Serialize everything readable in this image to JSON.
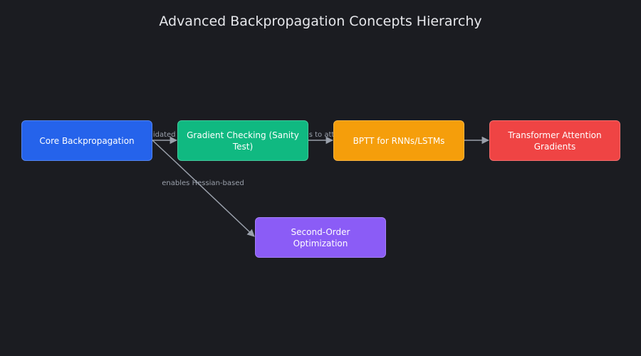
{
  "title": "Advanced Backpropagation Concepts Hierarchy",
  "colors": {
    "background": "#1b1c21",
    "edge": "#9aa0ab",
    "core": "#2563eb",
    "gradient_checking": "#10b981",
    "bptt": "#f59e0b",
    "transformer": "#ef4444",
    "second_order": "#8b5cf6"
  },
  "nodes": {
    "core": "Core Backpropagation",
    "gradient_checking": "Gradient Checking (Sanity Test)",
    "bptt": "BPTT for RNNs/LSTMs",
    "transformer": "Transformer Attention Gradients",
    "second_order": "Second-Order Optimization"
  },
  "edges": {
    "core_to_gradient": "validated by",
    "gradient_to_bptt": "extends to attention",
    "core_to_second": "enables Hessian-based"
  }
}
